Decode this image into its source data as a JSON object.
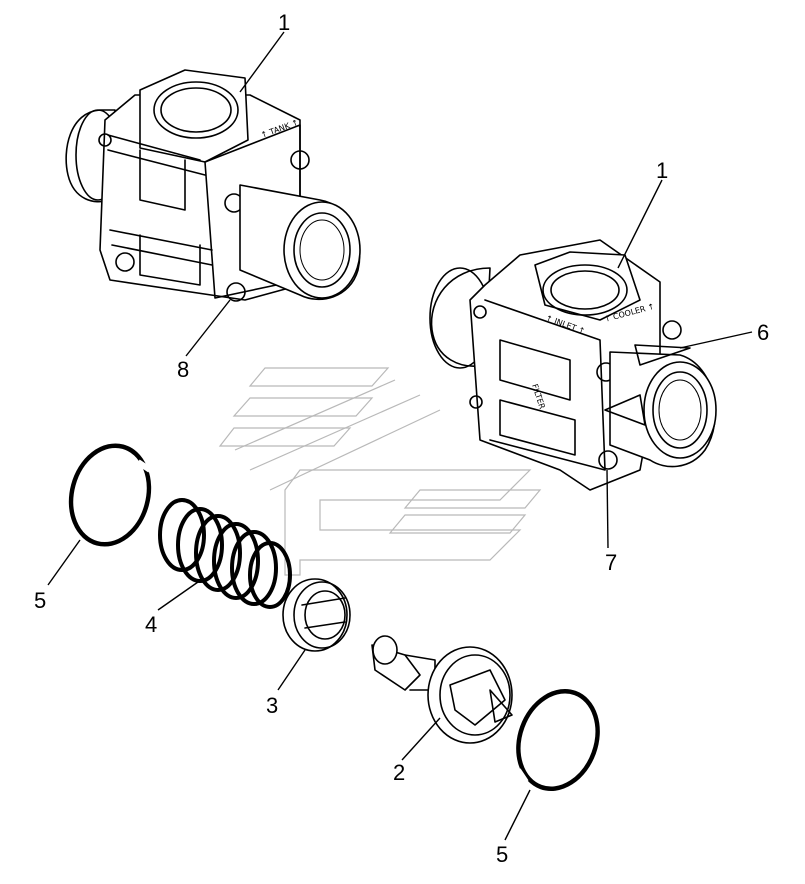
{
  "callouts": {
    "label_1a": "1",
    "label_1b": "1",
    "label_2": "2",
    "label_3": "3",
    "label_4": "4",
    "label_5a": "5",
    "label_5b": "5",
    "label_6": "6",
    "label_7": "7",
    "label_8": "8"
  },
  "housing_marks": {
    "tank": "↑ TANK ↑",
    "inlet": "↑ INLET ↑",
    "cooler": "↑ COOLER ↑",
    "filter": "FILTER"
  }
}
